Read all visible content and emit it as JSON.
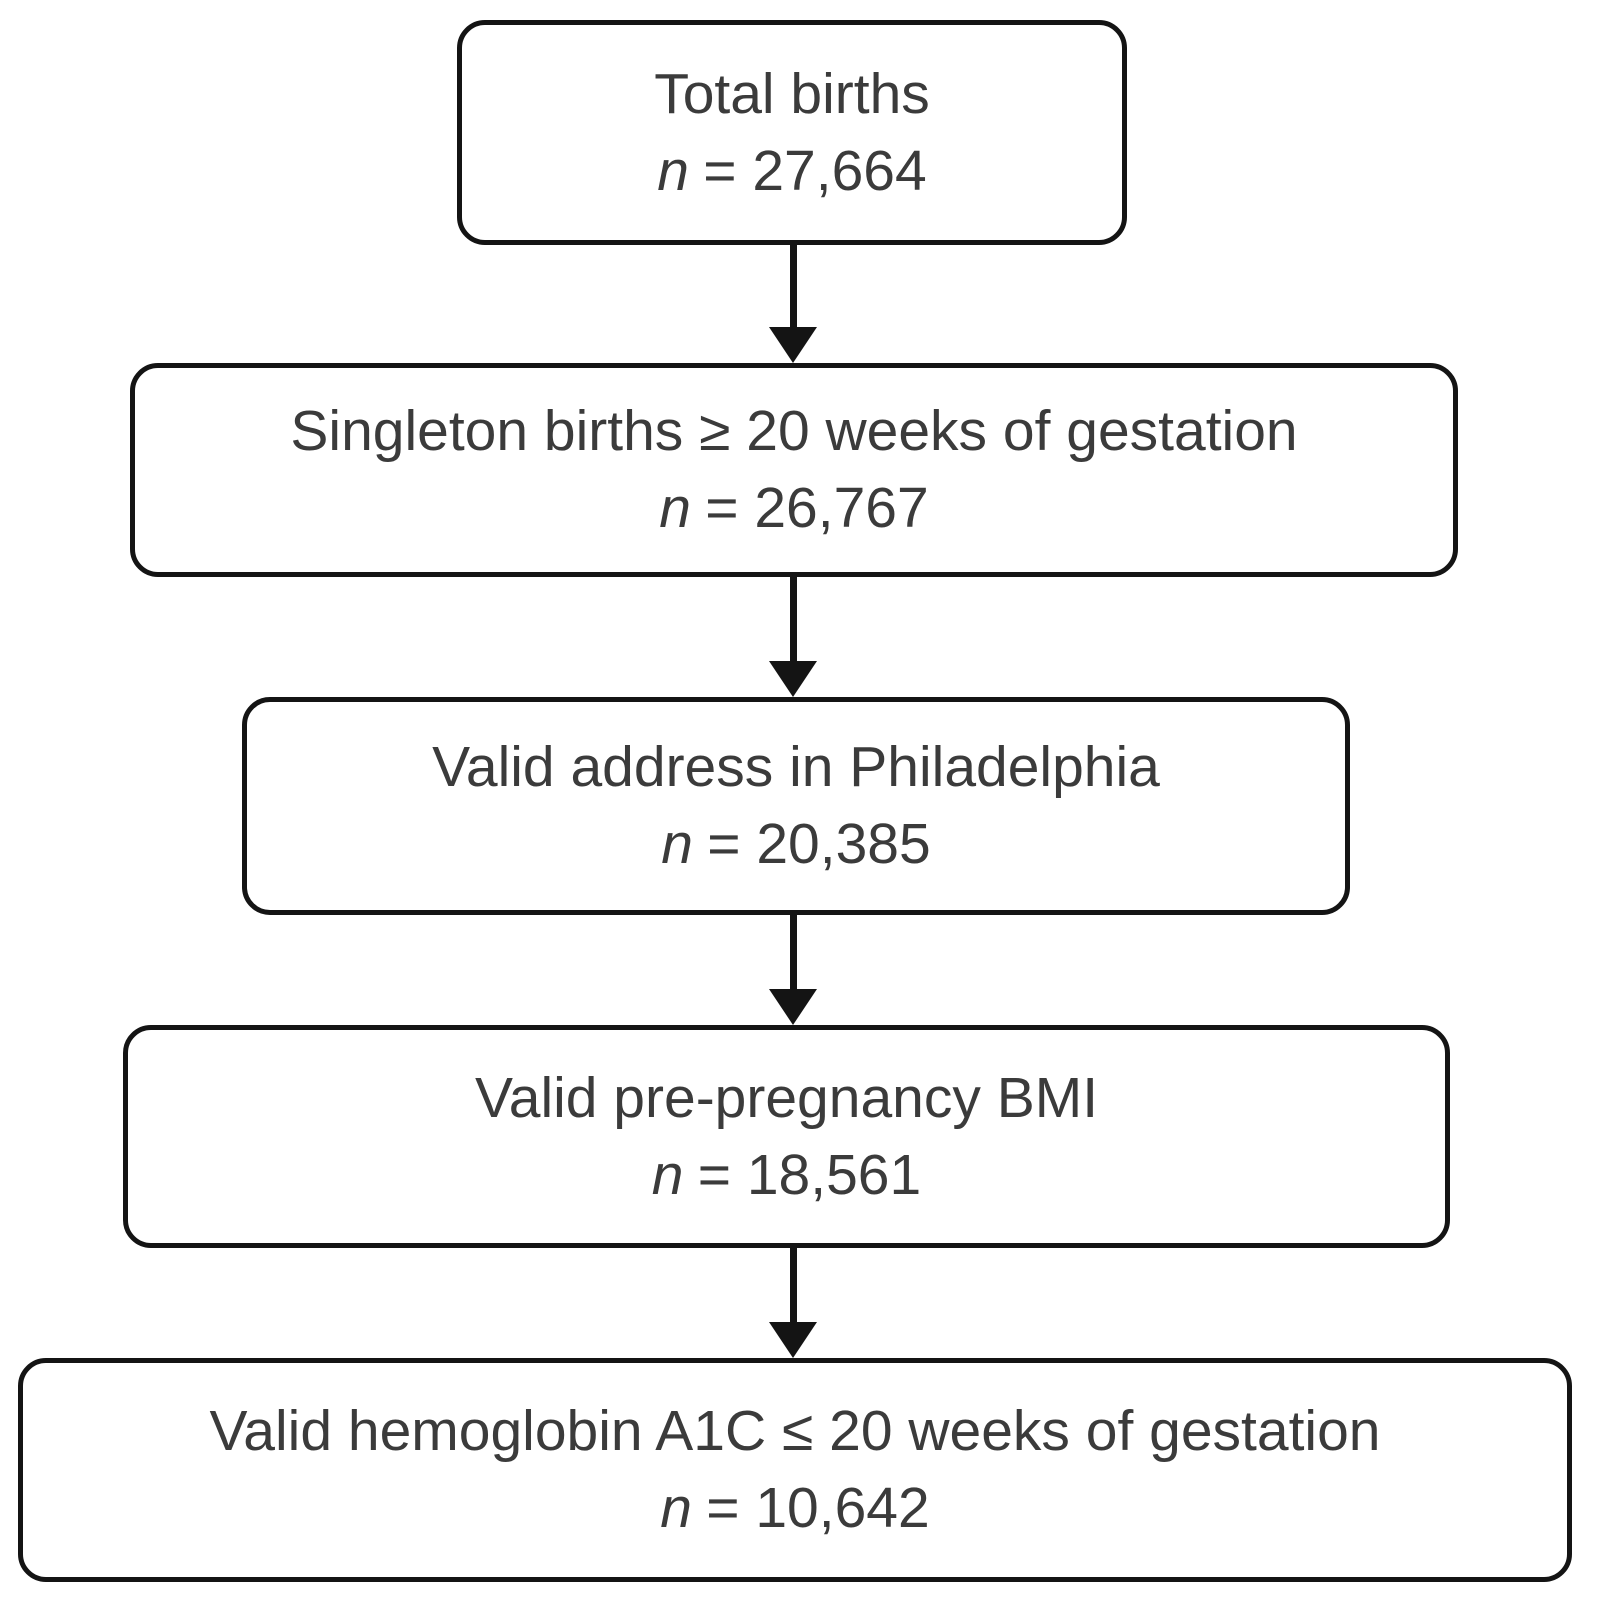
{
  "flowchart": {
    "type": "flow-diagram",
    "direction": "top-down",
    "colors": {
      "background": "#ffffff",
      "box_border": "#141414",
      "arrow": "#141414",
      "text": "#3b3b3b"
    },
    "nodes": [
      {
        "id": "total-births",
        "label": "Total births",
        "n_symbol": "n",
        "value": "= 27,664"
      },
      {
        "id": "singleton-births",
        "label": "Singleton births ≥ 20 weeks of gestation",
        "n_symbol": "n",
        "value": "= 26,767"
      },
      {
        "id": "valid-address",
        "label": "Valid address in Philadelphia",
        "n_symbol": "n",
        "value": "= 20,385"
      },
      {
        "id": "valid-bmi",
        "label": "Valid pre-pregnancy BMI",
        "n_symbol": "n",
        "value": "= 18,561"
      },
      {
        "id": "valid-a1c",
        "label": "Valid hemoglobin A1C ≤ 20 weeks of gestation",
        "n_symbol": "n",
        "value": "= 10,642"
      }
    ]
  }
}
